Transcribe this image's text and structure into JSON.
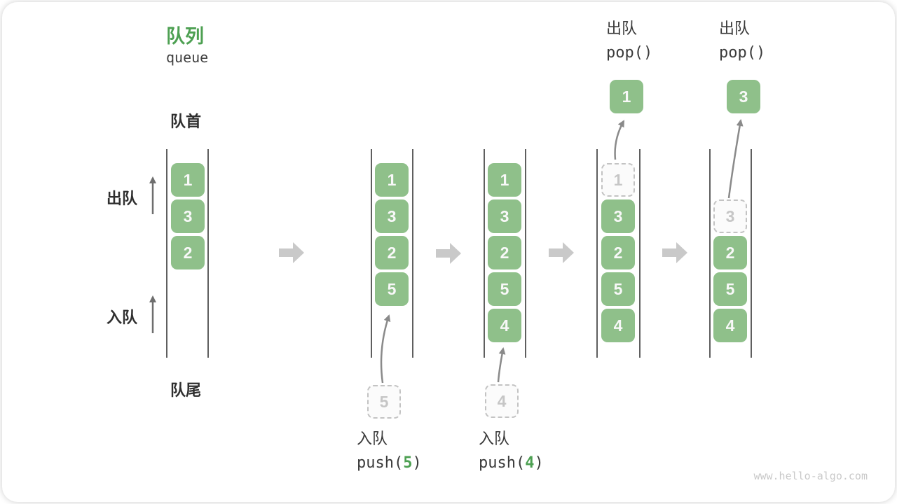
{
  "title": {
    "zh": "队列",
    "en": "queue"
  },
  "labels": {
    "front": "队首",
    "rear": "队尾",
    "dequeue": "出队",
    "enqueue": "入队"
  },
  "states": [
    {
      "cells": [
        {
          "value": "1"
        },
        {
          "value": "3"
        },
        {
          "value": "2"
        }
      ]
    },
    {
      "cells": [
        {
          "value": "1"
        },
        {
          "value": "3"
        },
        {
          "value": "2"
        },
        {
          "value": "5"
        }
      ],
      "incoming": "5"
    },
    {
      "cells": [
        {
          "value": "1"
        },
        {
          "value": "3"
        },
        {
          "value": "2"
        },
        {
          "value": "5"
        },
        {
          "value": "4"
        }
      ],
      "incoming": "4"
    },
    {
      "cells": [
        {
          "value": "1",
          "removed": true
        },
        {
          "value": "3"
        },
        {
          "value": "2"
        },
        {
          "value": "5"
        },
        {
          "value": "4"
        }
      ],
      "popped": "1"
    },
    {
      "cells": [
        {
          "value": "3",
          "removed": true
        },
        {
          "value": "2"
        },
        {
          "value": "5"
        },
        {
          "value": "4"
        }
      ],
      "popped": "3"
    }
  ],
  "operations": {
    "push5": {
      "label": "入队",
      "fn_open": "push(",
      "arg": "5",
      "fn_close": ")"
    },
    "push4": {
      "label": "入队",
      "fn_open": "push(",
      "arg": "4",
      "fn_close": ")"
    },
    "pop1": {
      "label": "出队",
      "fn": "pop()"
    },
    "pop2": {
      "label": "出队",
      "fn": "pop()"
    }
  },
  "colors": {
    "accent_green": "#4da052",
    "box_green": "#8fc08a",
    "block_arrow_gray": "#c9c9c9",
    "curve_arrow_gray": "#8a8a8a"
  },
  "watermark": "www.hello-algo.com"
}
